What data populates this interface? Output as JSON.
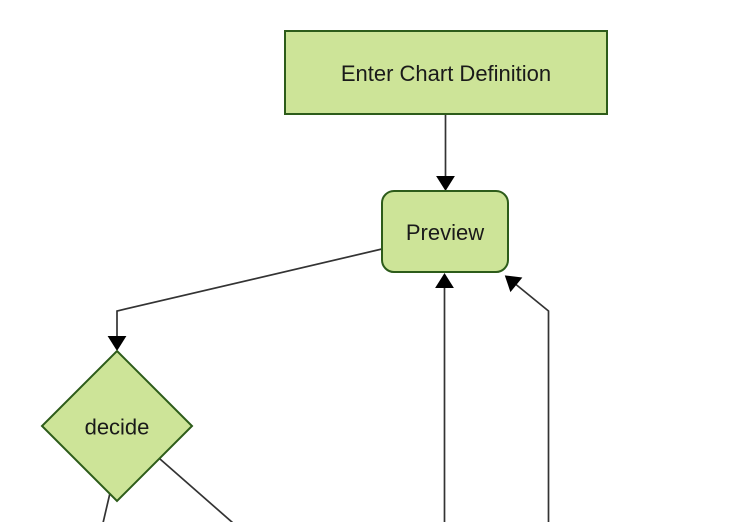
{
  "diagram": {
    "type": "flowchart",
    "orientation": "top-down",
    "nodes": {
      "enter_definition": {
        "label": "Enter Chart Definition",
        "shape": "rectangle"
      },
      "preview": {
        "label": "Preview",
        "shape": "rounded-rectangle"
      },
      "decide": {
        "label": "decide",
        "shape": "diamond"
      }
    },
    "edges": [
      {
        "from": "enter_definition",
        "to": "preview",
        "arrowhead": true
      },
      {
        "from": "preview",
        "to": "decide",
        "arrowhead": true
      },
      {
        "from": "offscreen-bottom",
        "to": "preview",
        "arrowhead": true
      },
      {
        "from": "offscreen-bottom-right",
        "to": "preview",
        "arrowhead": true
      },
      {
        "from": "decide",
        "to": "offscreen-bottom-left",
        "arrowhead": false
      },
      {
        "from": "decide",
        "to": "offscreen-bottom-right",
        "arrowhead": false
      }
    ]
  },
  "colors": {
    "node_fill": "#cde498",
    "node_border": "#2d5c1a",
    "edge_line": "#333333",
    "arrowhead": "#000000",
    "text": "#1a1a1a",
    "background": "#ffffff"
  }
}
